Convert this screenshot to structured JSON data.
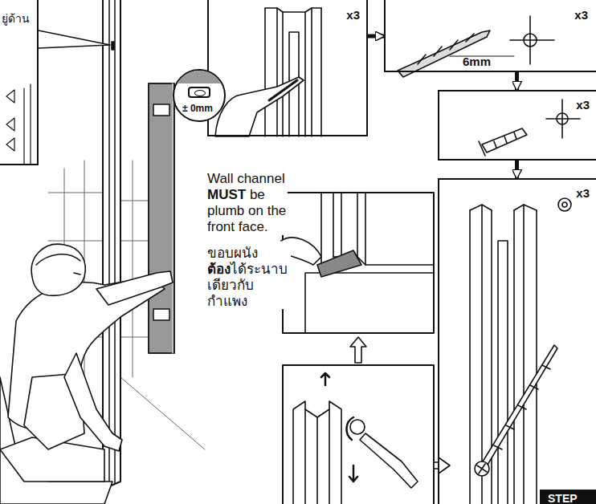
{
  "diagram": {
    "nodes": [
      {
        "text": [
          "ยู่ด้าน"
        ]
      },
      {
        "text": [
          "x3"
        ]
      },
      {
        "text": [
          "x3",
          "6mm"
        ]
      },
      {
        "text": [
          "x3"
        ]
      },
      {
        "text": [
          "± 0mm"
        ]
      },
      {
        "text": [
          "x3"
        ]
      },
      {
        "text": [
          "STEP"
        ]
      }
    ],
    "edges": [
      {
        "from": 1,
        "to": 2,
        "arrow": "to"
      },
      {
        "from": 2,
        "to": 3,
        "arrow": "to"
      },
      {
        "from": 3,
        "to": 5,
        "arrow": "to"
      }
    ],
    "labels": [
      "Wall channel",
      "MUST",
      "be plumb on the front face.",
      "ขอบผนัง",
      "ต้อง",
      "ได้ระนาบเดียวกับกำแพง"
    ]
  }
}
